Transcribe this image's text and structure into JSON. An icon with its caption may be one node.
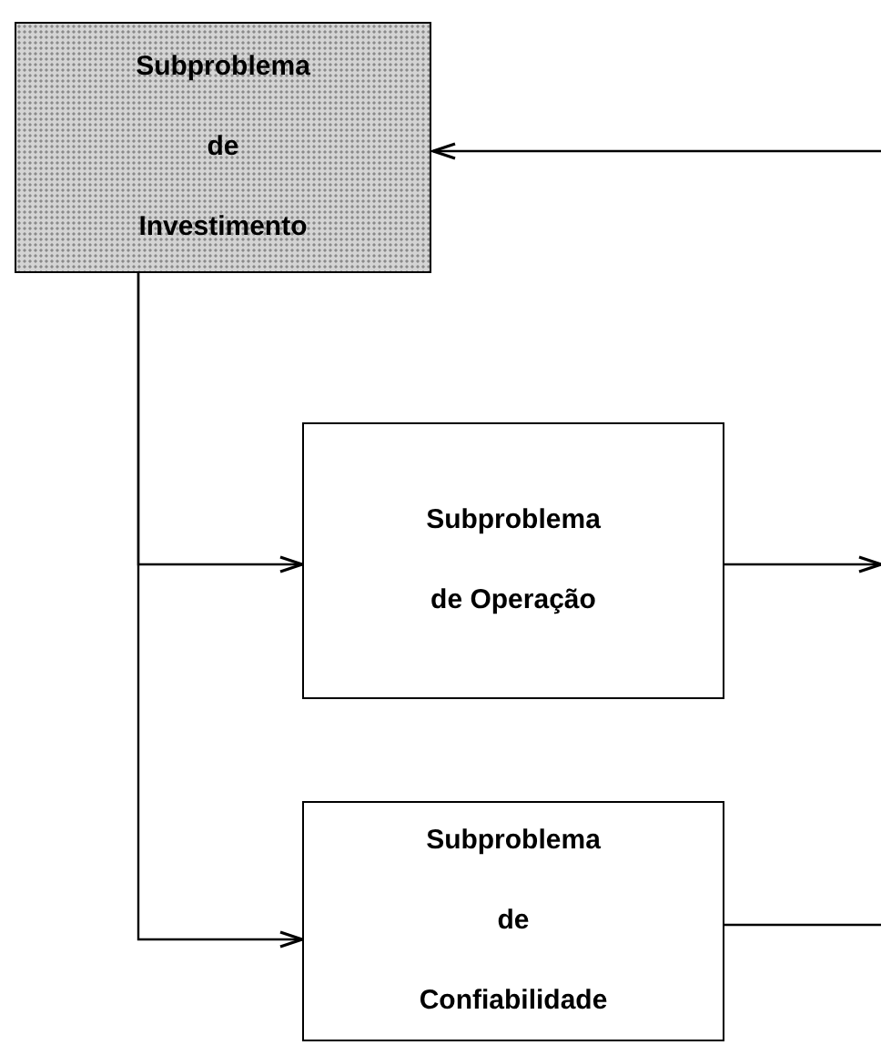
{
  "diagram": {
    "nodes": [
      {
        "text": [
          "Subproblema de Investimento"
        ]
      },
      {
        "text": [
          "Subproblema de Operação"
        ]
      },
      {
        "text": [
          "Subproblema de Confiabilidade"
        ]
      }
    ],
    "edges": [
      {
        "from": null,
        "to": 0,
        "arrow": "to"
      },
      {
        "from": 0,
        "to": 1,
        "arrow": "to"
      },
      {
        "from": 0,
        "to": 2,
        "arrow": "to"
      },
      {
        "from": 1,
        "to": null,
        "arrow": "to"
      },
      {
        "from": 2,
        "to": null,
        "arrow": "none"
      }
    ]
  }
}
